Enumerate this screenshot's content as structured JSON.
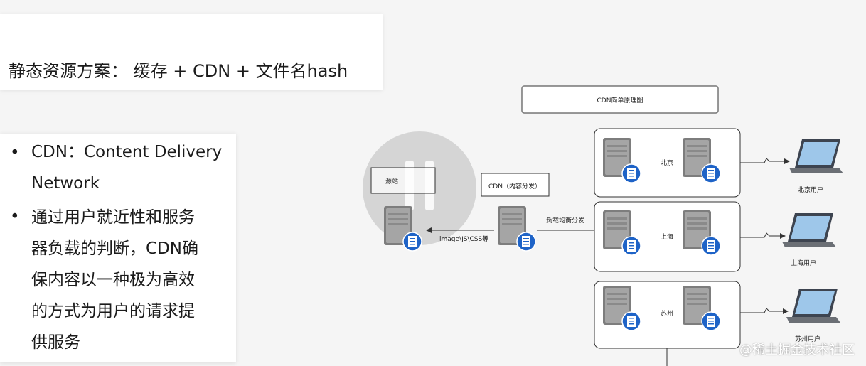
{
  "title": "静态资源方案： 缓存 + CDN + 文件名hash",
  "bullets": [
    {
      "lines": [
        "CDN：Content Delivery",
        "Network"
      ]
    },
    {
      "lines": [
        "通过用户就近性和服务",
        "器负载的判断，CDN确",
        "保内容以一种极为高效",
        "的方式为用户的请求提",
        "供服务"
      ]
    }
  ],
  "diagram": {
    "header": "CDN简单原理图",
    "origin_label": "源站",
    "cdn_label": "CDN（内容分发）",
    "arrow_left_label": "image\\JS\\CSS等",
    "arrow_right_label": "负载均衡分发",
    "groups": [
      {
        "city": "北京",
        "user": "北京用户"
      },
      {
        "city": "上海",
        "user": "上海用户"
      },
      {
        "city": "苏州",
        "user": "苏州用户"
      }
    ]
  },
  "player": {
    "pause_icon": "pause-icon"
  },
  "watermark": "@稀土掘金技术社区"
}
